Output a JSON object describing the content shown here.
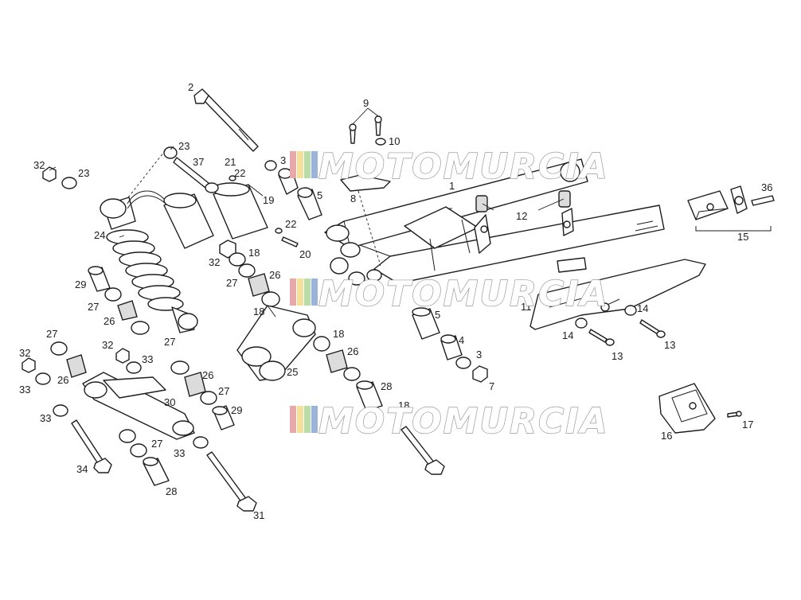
{
  "watermark": {
    "text": "MOTOMURCIA",
    "stripe_colors": [
      "#e6a8a8",
      "#f3e19a",
      "#b9dca8",
      "#9ab3d8"
    ]
  },
  "callouts": [
    "1",
    "2",
    "3",
    "3",
    "4",
    "5",
    "5",
    "7",
    "8",
    "9",
    "10",
    "11",
    "12",
    "13",
    "13",
    "14",
    "14",
    "15",
    "16",
    "17",
    "18",
    "18",
    "18",
    "19",
    "20",
    "21",
    "22",
    "22",
    "23",
    "23",
    "24",
    "25",
    "26",
    "26",
    "26",
    "26",
    "26",
    "27",
    "27",
    "27",
    "27",
    "27",
    "27",
    "28",
    "28",
    "29",
    "29",
    "30",
    "31",
    "32",
    "32",
    "32",
    "32",
    "33",
    "33",
    "33",
    "33",
    "34",
    "36",
    "37",
    "18"
  ]
}
